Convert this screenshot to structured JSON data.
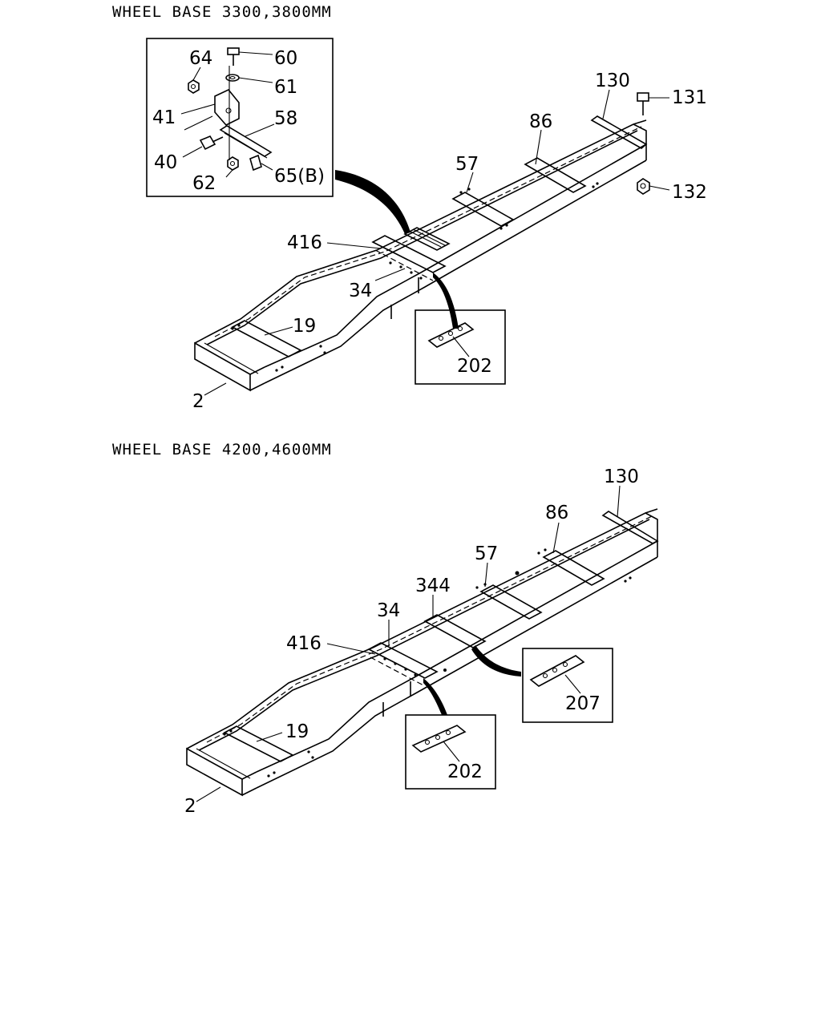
{
  "diagram_1": {
    "heading": "WHEEL BASE 3300,3800MM",
    "labels": {
      "p64": "64",
      "p60": "60",
      "p61": "61",
      "p41": "41",
      "p58": "58",
      "p40": "40",
      "p62": "62",
      "p65": "65(B)",
      "p130": "130",
      "p131": "131",
      "p132": "132",
      "p86": "86",
      "p57": "57",
      "p416": "416",
      "p34": "34",
      "p19": "19",
      "p2": "2",
      "p202": "202"
    }
  },
  "diagram_2": {
    "heading": "WHEEL BASE 4200,4600MM",
    "labels": {
      "p130": "130",
      "p86": "86",
      "p57": "57",
      "p344": "344",
      "p34": "34",
      "p416": "416",
      "p19": "19",
      "p2": "2",
      "p202": "202",
      "p207": "207"
    }
  }
}
